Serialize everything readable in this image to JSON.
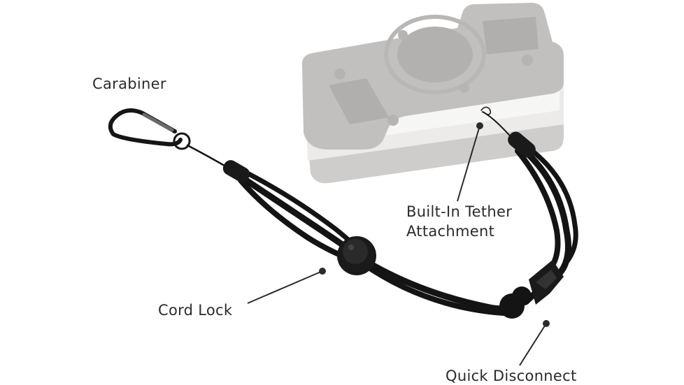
{
  "figure": {
    "subject": "Light device with lanyard tether",
    "callouts": [
      {
        "id": "carabiner",
        "text": "Carabiner"
      },
      {
        "id": "tether",
        "text_line1": "Built-In Tether",
        "text_line2": "Attachment"
      },
      {
        "id": "cord_lock",
        "text": "Cord Lock"
      },
      {
        "id": "quick_disconnect",
        "text": "Quick Disconnect"
      }
    ],
    "colors": {
      "text": "#2b2b2b",
      "leader": "#2b2b2b",
      "device_body": "#c9c7c5",
      "cord": "#111111"
    }
  }
}
